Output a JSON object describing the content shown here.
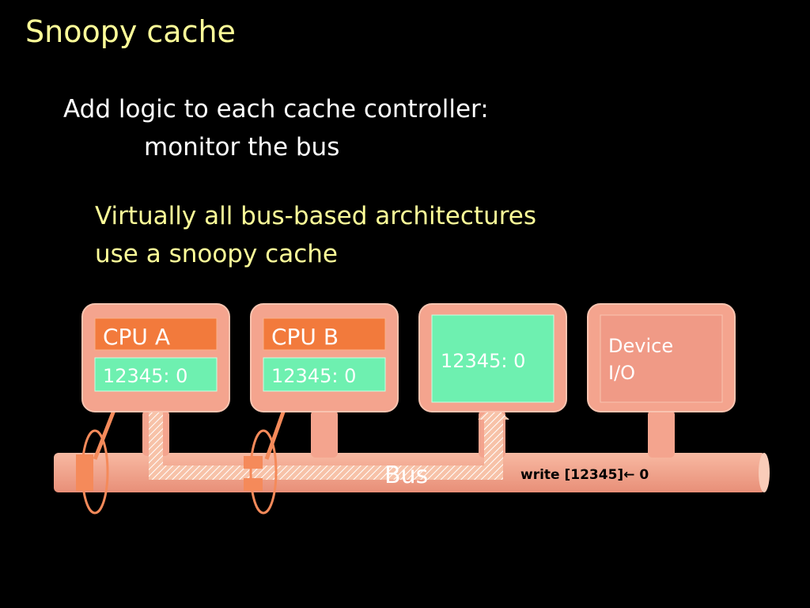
{
  "slide": {
    "title": "Snoopy cache",
    "bullet1_line1": "Add logic to each cache controller:",
    "bullet1_line2": "monitor the bus",
    "note_line1": "Virtually all bus-based architectures",
    "note_line2": "use a snoopy cache"
  },
  "diagram": {
    "cpu_a": {
      "label": "CPU A",
      "cache": "12345: 0"
    },
    "cpu_b": {
      "label": "CPU B",
      "cache": "12345: 0"
    },
    "memory": {
      "value": "12345: 0"
    },
    "device": {
      "line1": "Device",
      "line2": "I/O"
    },
    "bus": {
      "label": "Bus",
      "write_label": "write [12345]← 0"
    }
  },
  "colors": {
    "title": "#ffff99",
    "node_fill": "#f4a48e",
    "cpu_label_fill": "#f27a3c",
    "cache_fill": "#6ef0b0",
    "bus_fill": "#f4a48e"
  }
}
